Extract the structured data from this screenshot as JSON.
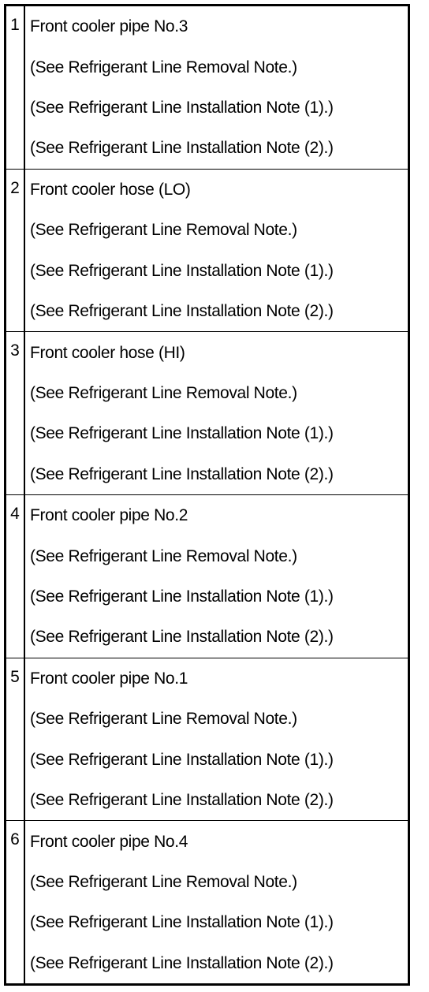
{
  "parts": [
    {
      "number": "1",
      "name": "Front cooler pipe No.3",
      "notes": [
        "(See Refrigerant Line Removal Note.)",
        "(See Refrigerant Line Installation Note (1).)",
        "(See Refrigerant Line Installation Note (2).)"
      ]
    },
    {
      "number": "2",
      "name": "Front cooler hose (LO)",
      "notes": [
        "(See Refrigerant Line Removal Note.)",
        "(See Refrigerant Line Installation Note (1).)",
        "(See Refrigerant Line Installation Note (2).)"
      ]
    },
    {
      "number": "3",
      "name": "Front cooler hose (HI)",
      "notes": [
        "(See Refrigerant Line Removal Note.)",
        "(See Refrigerant Line Installation Note (1).)",
        "(See Refrigerant Line Installation Note (2).)"
      ]
    },
    {
      "number": "4",
      "name": "Front cooler pipe No.2",
      "notes": [
        "(See Refrigerant Line Removal Note.)",
        "(See Refrigerant Line Installation Note (1).)",
        "(See Refrigerant Line Installation Note (2).)"
      ]
    },
    {
      "number": "5",
      "name": "Front cooler pipe No.1",
      "notes": [
        "(See Refrigerant Line Removal Note.)",
        "(See Refrigerant Line Installation Note (1).)",
        "(See Refrigerant Line Installation Note (2).)"
      ]
    },
    {
      "number": "6",
      "name": "Front cooler pipe No.4",
      "notes": [
        "(See Refrigerant Line Removal Note.)",
        "(See Refrigerant Line Installation Note (1).)",
        "(See Refrigerant Line Installation Note (2).)"
      ]
    }
  ]
}
